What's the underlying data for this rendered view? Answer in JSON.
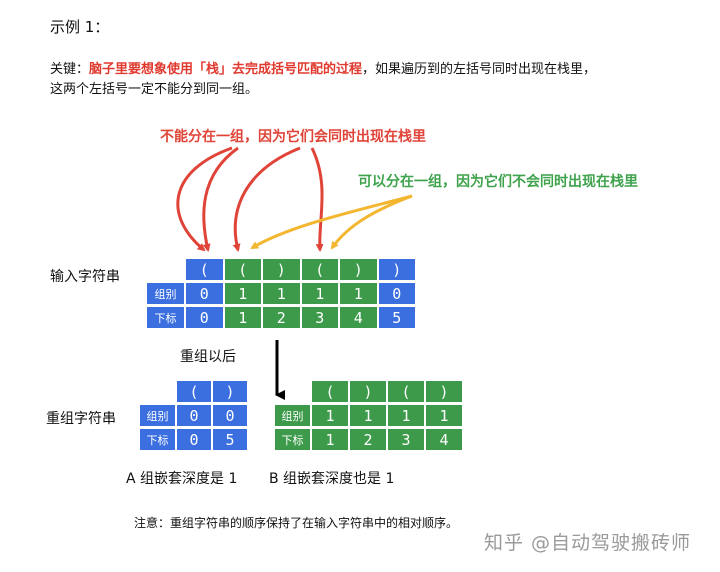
{
  "title": "示例 1：",
  "key": {
    "prefix": "关键：",
    "highlight": "脑子里要想象使用「栈」去完成括号匹配的过程",
    "rest": "，如果遍历到的左括号同时出现在栈里，",
    "line2": "这两个左括号一定不能分到同一组。"
  },
  "annotations": {
    "red": "不能分在一组，因为它们会同时出现在栈里",
    "green": "可以分在一组，因为它们不会同时出现在栈里"
  },
  "input": {
    "label": "输入字符串",
    "chars": [
      "(",
      "(",
      ")",
      "(",
      ")",
      ")"
    ],
    "group_label": "组别",
    "groups": [
      "0",
      "1",
      "1",
      "1",
      "1",
      "0"
    ],
    "index_label": "下标",
    "indices": [
      "0",
      "1",
      "2",
      "3",
      "4",
      "5"
    ]
  },
  "regroup_label": "重组以后",
  "regrouped_label": "重组字符串",
  "group_a": {
    "chars": [
      "(",
      ")"
    ],
    "group_label": "组别",
    "groups": [
      "0",
      "0"
    ],
    "index_label": "下标",
    "indices": [
      "0",
      "5"
    ],
    "caption": "A 组嵌套深度是 1"
  },
  "group_b": {
    "chars": [
      "(",
      ")",
      "(",
      ")"
    ],
    "group_label": "组别",
    "groups": [
      "1",
      "1",
      "1",
      "1"
    ],
    "index_label": "下标",
    "indices": [
      "1",
      "2",
      "3",
      "4"
    ],
    "caption": "B 组嵌套深度也是 1"
  },
  "note": "注意：重组字符串的顺序保持了在输入字符串中的相对顺序。",
  "watermark": "知乎 @自动驾驶搬砖师",
  "colors": {
    "blue": "#3b6fe0",
    "green": "#3d9a4a",
    "red": "#e04438",
    "yellow": "#f2b630",
    "green_text": "#3fa34d"
  }
}
